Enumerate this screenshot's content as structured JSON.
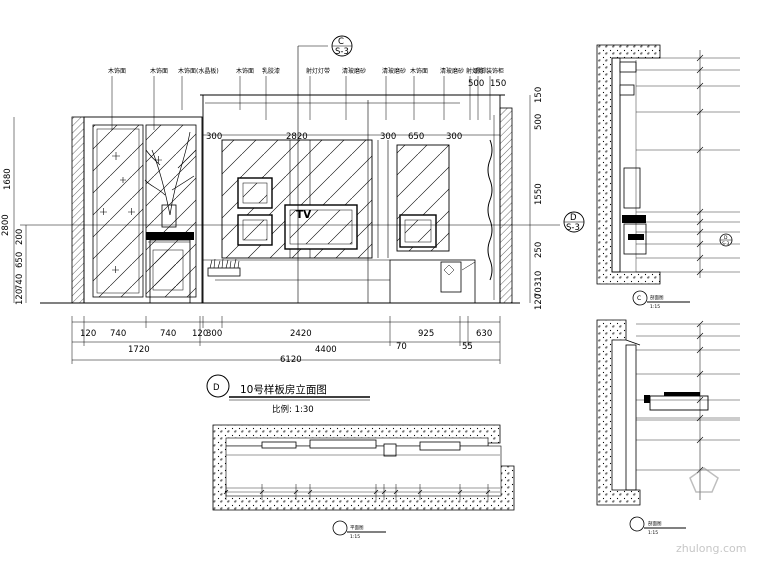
{
  "main_elevation": {
    "tag": "D",
    "title": "10号样板房立面图",
    "scale": "比例: 1:30",
    "section_callouts": [
      {
        "letter": "C",
        "ref": "S-3"
      },
      {
        "letter": "D",
        "ref": "S-3"
      }
    ],
    "labels_top": [
      "木饰面",
      "木饰面",
      "木饰面(水晶板)",
      "木饰面",
      "乳胶漆",
      "射灯灯带",
      "清玻磨砂",
      "清玻磨砂",
      "木饰面",
      "清玻磨砂",
      "射灯灯",
      "踢脚",
      "装饰柜"
    ],
    "tv_text": "TV",
    "dims_right": [
      "150",
      "500",
      "1550",
      "250",
      "310",
      "70",
      "120"
    ],
    "dims_right_top": [
      "500",
      "150"
    ],
    "dims_left": [
      "1680",
      "2800",
      "200",
      "650",
      "740",
      "120"
    ],
    "dims_bottom_row1": [
      "120",
      "740",
      "740",
      "120",
      "300",
      "2420",
      "925",
      "630"
    ],
    "dims_bottom_row2": [
      "1720",
      "4400",
      "70",
      "55"
    ],
    "dims_total": "6120",
    "dims_panel": [
      "300",
      "2820",
      "300",
      "650",
      "300"
    ]
  },
  "side_section_top": {
    "tag": "C",
    "caption": "剖面图",
    "scale": "1:15",
    "callout_letter": "D",
    "callout_ref": "S-3"
  },
  "side_section_bottom": {
    "caption": "剖面图",
    "scale": "1:15"
  },
  "plan_view": {
    "caption": "平面图",
    "scale": "1:15"
  },
  "watermark": "zhulong.com"
}
